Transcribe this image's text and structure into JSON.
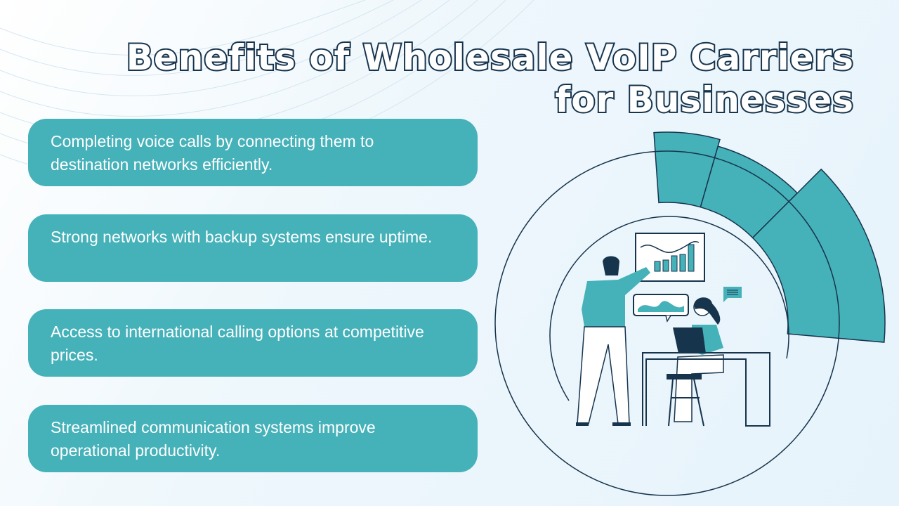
{
  "title": "Benefits of Wholesale VoIP Carriers for Businesses",
  "benefits": [
    {
      "text": "Completing voice calls by connecting them to destination networks efficiently."
    },
    {
      "text": "Strong networks with backup systems ensure uptime."
    },
    {
      "text": "Access to international calling options at competitive prices."
    },
    {
      "text": "Streamlined communication systems improve operational productivity."
    }
  ],
  "colors": {
    "accent": "#45b1b9",
    "dark": "#17344d",
    "background": "#eef7fc"
  }
}
